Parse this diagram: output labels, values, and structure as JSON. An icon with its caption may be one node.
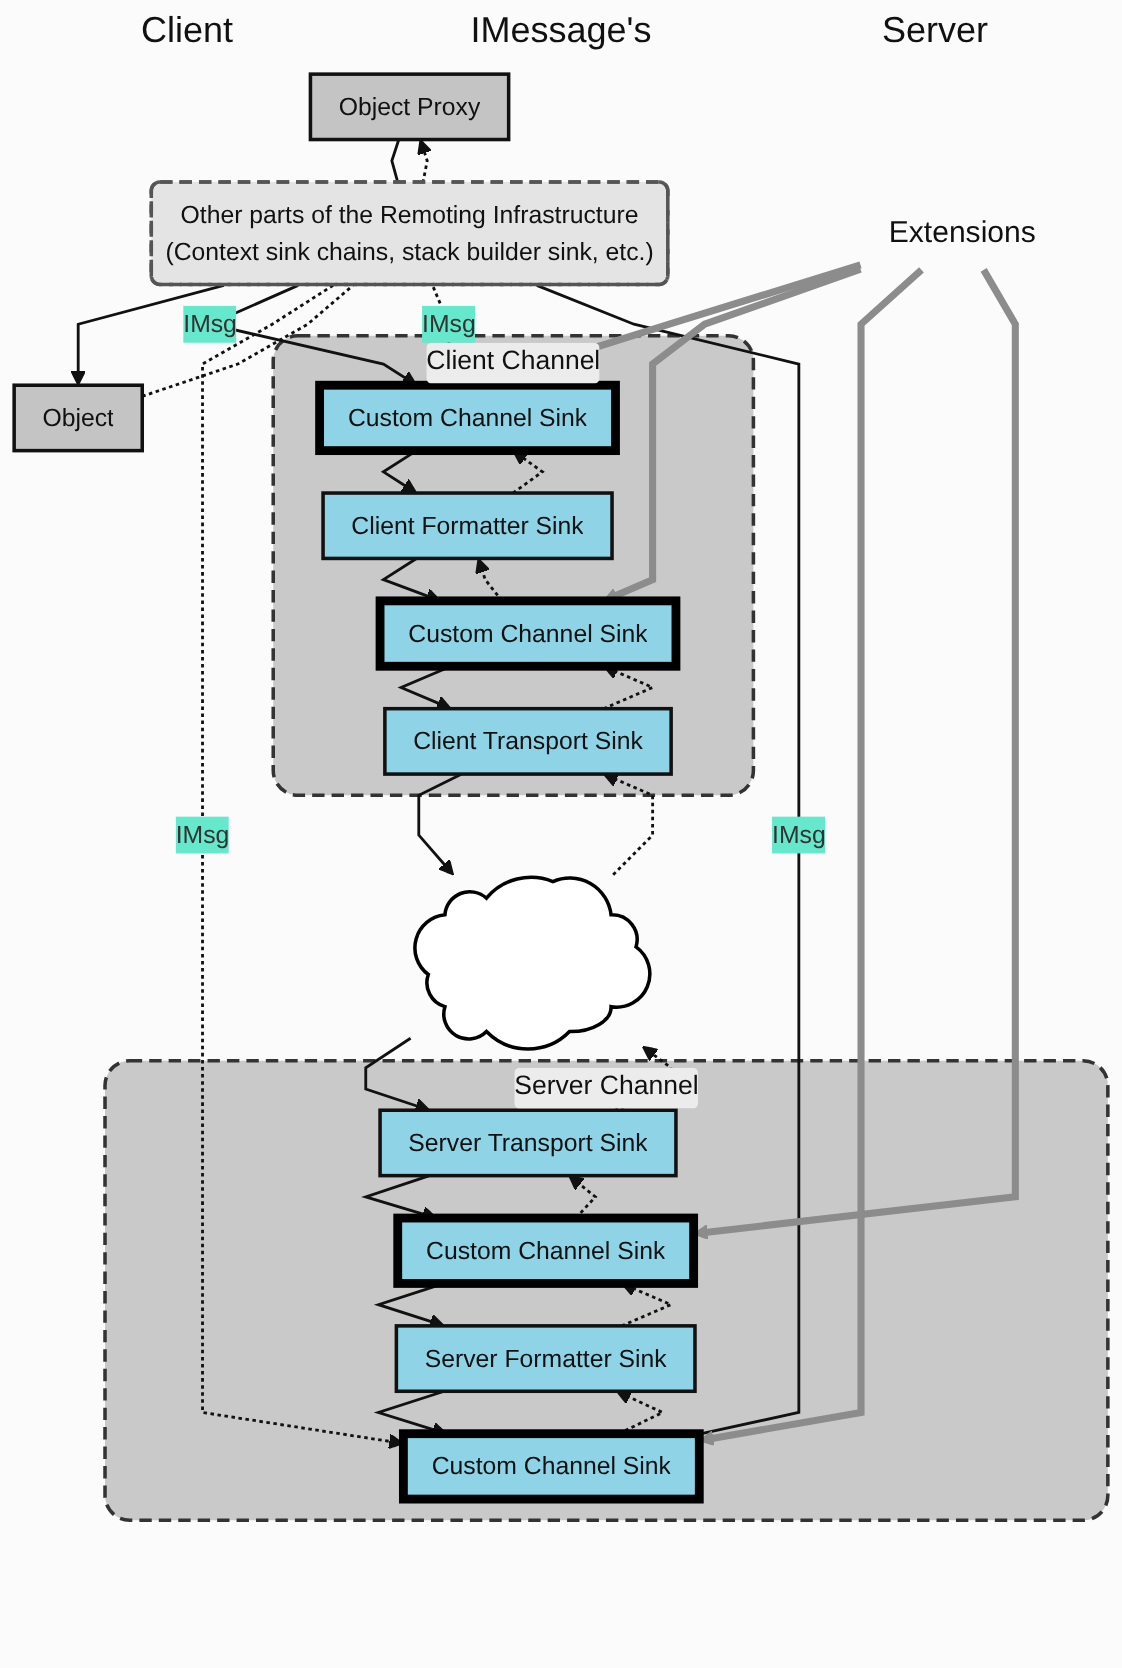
{
  "diagram": {
    "nodes": [
      {
        "text": [
          "Object Proxy"
        ]
      },
      {
        "text": [
          "Object"
        ]
      },
      {
        "text": [
          "Other parts of the Remoting Infrastructure",
          "(Context sink chains, stack builder sink, etc.)"
        ]
      },
      {
        "text": [
          "Client Channel"
        ]
      },
      {
        "text": [
          "Custom Channel Sink"
        ],
        "in": 3
      },
      {
        "text": [
          "Client Formatter Sink"
        ],
        "in": 3
      },
      {
        "text": [
          "Custom Channel Sink"
        ],
        "in": 3
      },
      {
        "text": [
          "Client Transport Sink"
        ],
        "in": 3
      },
      {
        "text": [
          "Server Channel"
        ]
      },
      {
        "text": [
          "Custom Channel Sink"
        ],
        "in": 8
      },
      {
        "text": [
          "Server Formatter Sink"
        ],
        "in": 8
      },
      {
        "text": [
          "Custom Channel Sink"
        ],
        "in": 8
      },
      {
        "text": [
          "Server Transport Sink"
        ],
        "in": 8
      },
      {
        "text": [
          "Extensions"
        ]
      },
      {
        "text": [],
        "shape": "cloud"
      }
    ],
    "edges": [
      {
        "from": 0,
        "to": 2,
        "arrow": "none"
      },
      {
        "from": 2,
        "to": 0,
        "arrow": "to",
        "style": "dashed"
      },
      {
        "from": 2,
        "to": 1,
        "arrow": "to"
      },
      {
        "from": 1,
        "to": 2,
        "arrow": "none",
        "style": "dashed"
      },
      {
        "from": 2,
        "to": 4,
        "arrow": "to",
        "label": "IMsg"
      },
      {
        "from": 4,
        "to": 2,
        "arrow": "none",
        "style": "dashed",
        "label": "IMsg"
      },
      {
        "from": 2,
        "to": 9,
        "arrow": "to",
        "style": "dashed",
        "label": "IMsg"
      },
      {
        "from": 9,
        "to": 2,
        "arrow": "none",
        "label": "IMsg"
      },
      {
        "from": 4,
        "to": 5,
        "arrow": "to"
      },
      {
        "from": 5,
        "to": 4,
        "arrow": "to",
        "style": "dashed"
      },
      {
        "from": 5,
        "to": 6,
        "arrow": "to"
      },
      {
        "from": 6,
        "to": 5,
        "arrow": "to",
        "style": "dashed"
      },
      {
        "from": 6,
        "to": 7,
        "arrow": "to"
      },
      {
        "from": 7,
        "to": 6,
        "arrow": "to",
        "style": "dashed"
      },
      {
        "from": 9,
        "to": 10,
        "arrow": "to",
        "style": "dashed"
      },
      {
        "from": 10,
        "to": 9,
        "arrow": "to"
      },
      {
        "from": 10,
        "to": 11,
        "arrow": "to",
        "style": "dashed"
      },
      {
        "from": 11,
        "to": 10,
        "arrow": "to"
      },
      {
        "from": 11,
        "to": 12,
        "arrow": "to",
        "style": "dashed"
      },
      {
        "from": 12,
        "to": 11,
        "arrow": "to"
      },
      {
        "from": 13,
        "to": 4,
        "arrow": "to",
        "style": "thick",
        "color": "#8c8c8c"
      },
      {
        "from": 13,
        "to": 6,
        "arrow": "to",
        "style": "thick",
        "color": "#8c8c8c"
      },
      {
        "from": 13,
        "to": 9,
        "arrow": "to",
        "style": "thick",
        "color": "#8c8c8c"
      },
      {
        "from": 13,
        "to": 11,
        "arrow": "to",
        "style": "thick",
        "color": "#8c8c8c"
      },
      {
        "from": 7,
        "to": 14,
        "arrow": "to"
      },
      {
        "from": 14,
        "to": 7,
        "arrow": "to",
        "style": "dashed"
      },
      {
        "from": 14,
        "to": 12,
        "arrow": "to"
      },
      {
        "from": 12,
        "to": 14,
        "arrow": "to",
        "style": "dashed"
      }
    ],
    "labels": [
      "Client",
      "Server",
      "IMessage's"
    ]
  }
}
